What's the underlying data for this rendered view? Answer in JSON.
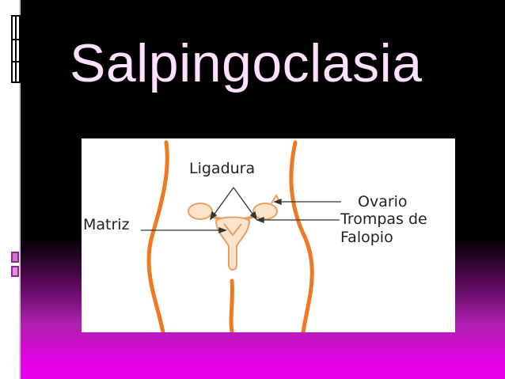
{
  "slide": {
    "title": "Salpingoclasia"
  },
  "diagram": {
    "labels": {
      "ligadura": "Ligadura",
      "matriz": "Matriz",
      "ovario": "Ovario",
      "trompas_line1": "Trompas de",
      "trompas_line2": "Falopio"
    }
  },
  "colors": {
    "background_top": "#000000",
    "background_bottom": "#e800e8",
    "title_text": "#ffe0ff",
    "body_outline": "#f07820",
    "organ_fill": "#fbe3cc",
    "organ_stroke": "#e8a060"
  }
}
